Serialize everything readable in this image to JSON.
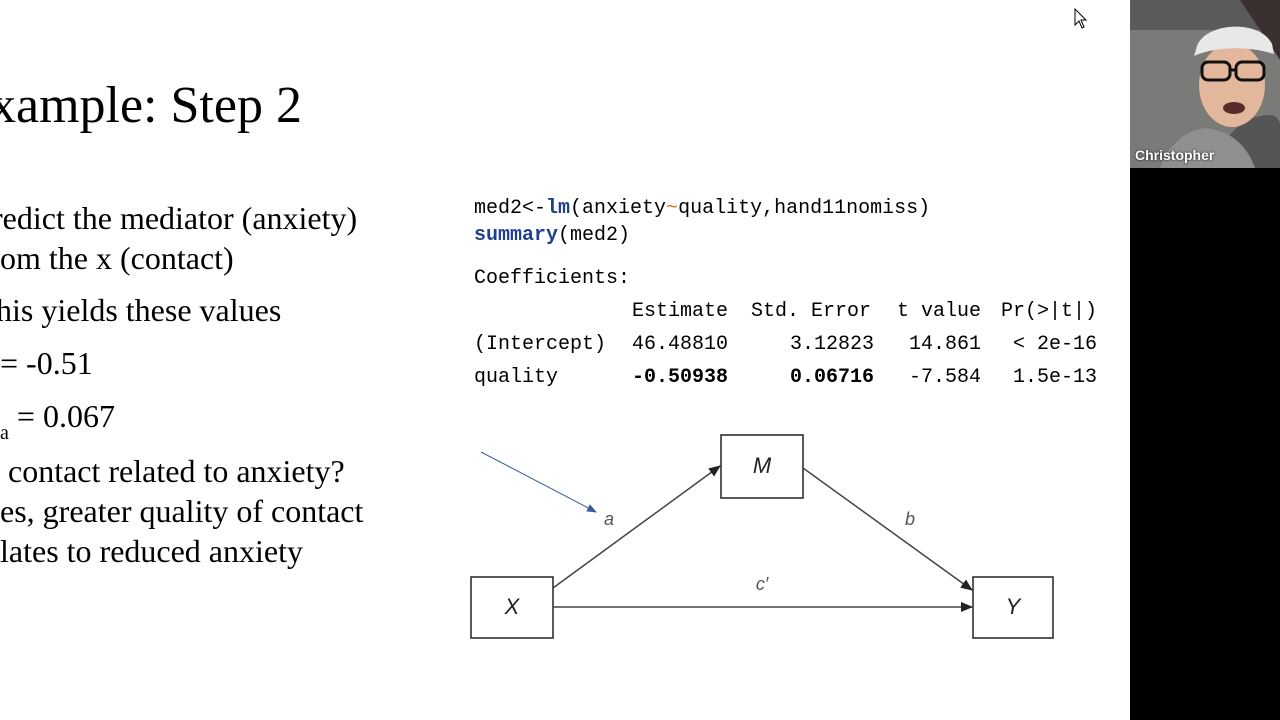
{
  "slide": {
    "title": "xample: Step 2",
    "bullets": [
      "redict the mediator (anxiety)",
      "om the x (contact)",
      "his yields these values",
      "= -0.51",
      "= 0.067",
      "contact related to anxiety?",
      "es, greater quality of contact",
      "lates to reduced anxiety"
    ],
    "se_sub": "a",
    "code": {
      "line1_var": "med2<-",
      "line1_fn": "lm",
      "line1_args1": "(anxiety",
      "line1_tilde": "~",
      "line1_args2": "quality,hand11nomiss)",
      "line2_fn": "summary",
      "line2_args": "(med2)",
      "coeff_header": "Coefficients:",
      "columns": [
        "Estimate",
        "Std. Error",
        "t value",
        "Pr(>|t|)"
      ],
      "rows": [
        {
          "name": "(Intercept)",
          "estimate": "46.48810",
          "se": "3.12823",
          "t": "14.861",
          "p": "< 2e-16"
        },
        {
          "name": "quality",
          "estimate": "-0.50938",
          "se": "0.06716",
          "t": "-7.584",
          "p": "1.5e-13"
        }
      ]
    },
    "diagram": {
      "nodes": {
        "m": "M",
        "x": "X",
        "y": "Y"
      },
      "paths": {
        "a": "a",
        "b": "b",
        "c": "c′"
      }
    }
  },
  "webcam": {
    "name": "Christopher"
  }
}
